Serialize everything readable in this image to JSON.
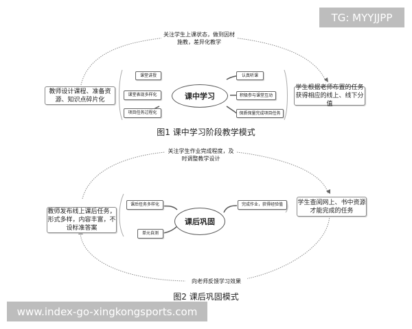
{
  "figure1": {
    "top_label_line1": "关注学生上课状态，做到因材",
    "top_label_line2": "施教，差异化教学",
    "left_box": "教师设计课程、准备资源、知识点碎片化",
    "right_box": "学生根据老师布置的任务获得相应的线上、线下分值",
    "center": "课中学习",
    "left_items": [
      "课堂讲授",
      "课堂表现多样化",
      "项目任务过程化"
    ],
    "right_items": [
      "认真听课",
      "积极参与课堂互动",
      "保质保量完成项目任务"
    ],
    "caption": "图1  课中学习阶段教学模式"
  },
  "figure2": {
    "top_label_line1": "关注学生作业完成程度，及",
    "top_label_line2": "时调整教学设计",
    "left_box": "教师发布线上课后任务，形式多样，内容丰富，不设标准答案",
    "right_box": "学生查阅网上、书中资源才能完成的任务",
    "center": "课后巩固",
    "left_items": [
      "课后任务多样化",
      "单元自测"
    ],
    "right_items": [
      "完成作业，获得经验值"
    ],
    "bottom_label": "向老师反馈学习效果",
    "caption": "图2  课后巩固模式"
  },
  "watermarks": {
    "top_right": "TG: MYYJJPP",
    "bottom_left": "www.index-go-xingkongsports.com"
  }
}
